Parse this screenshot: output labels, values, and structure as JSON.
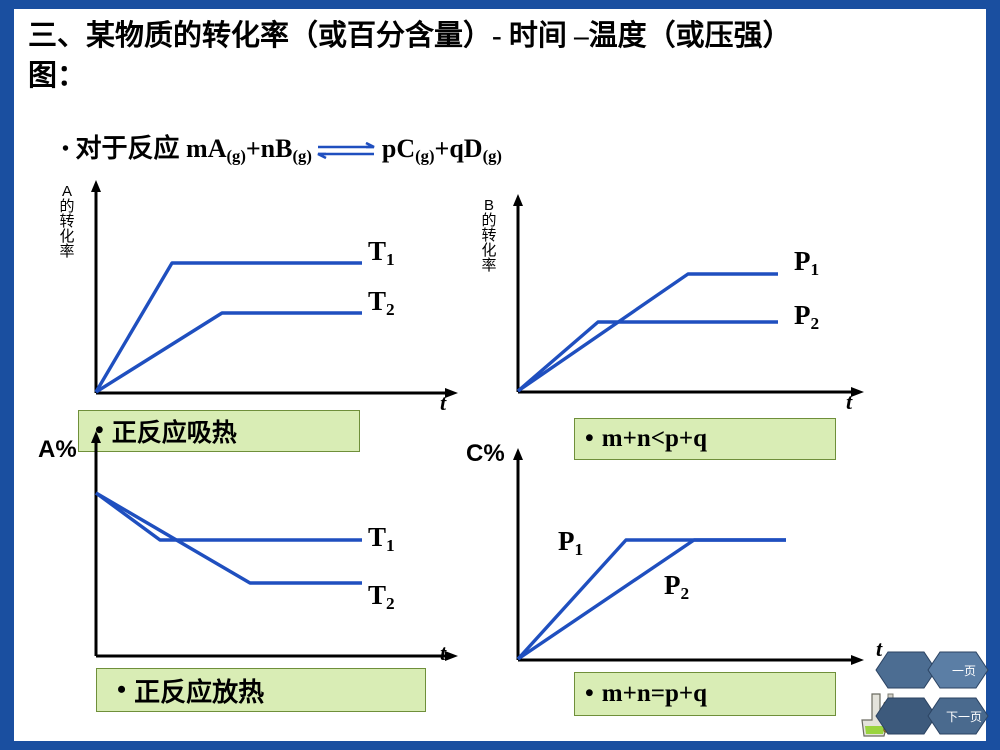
{
  "slide": {
    "title_line1": "三、某物质的转化率（或百分含量）- 时间 –温度（或压强）",
    "title_line2": "图：",
    "bullet": {
      "dot": "•",
      "prefix": "对于反应 ",
      "left_1": "mA",
      "left_1_sub": "(g)",
      "plus": "+nB",
      "left_2_sub": "(g)",
      "right_1": "pC",
      "right_1_sub": "(g)",
      "right_2": "+qD",
      "right_2_sub": "(g)"
    }
  },
  "charts": [
    {
      "id": "chart-top-left",
      "y_axis_label": "A 的 转 化 率",
      "y_axis_chars": [
        "A",
        "的",
        "转",
        "化",
        "率"
      ],
      "x_axis_label": "t",
      "curves": [
        {
          "label": "T",
          "sub": "1"
        },
        {
          "label": "T",
          "sub": "2"
        }
      ],
      "caption": {
        "dot": "•",
        "text": "正反应吸热"
      }
    },
    {
      "id": "chart-top-right",
      "y_axis_label": "B 的 转 化 率",
      "y_axis_chars": [
        "B",
        "的",
        "转",
        "化",
        "率"
      ],
      "x_axis_label": "t",
      "curves": [
        {
          "label": "P",
          "sub": "1"
        },
        {
          "label": "P",
          "sub": "2"
        }
      ],
      "caption": {
        "dot": "•",
        "text": "m+n<p+q"
      }
    },
    {
      "id": "chart-bottom-left",
      "y_axis_label": "A%",
      "x_axis_label": "t",
      "curves": [
        {
          "label": "T",
          "sub": "1"
        },
        {
          "label": "T",
          "sub": "2"
        }
      ],
      "caption": {
        "dot": "•",
        "text": "正反应放热"
      }
    },
    {
      "id": "chart-bottom-right",
      "y_axis_label": "C%",
      "x_axis_label": "t",
      "curves": [
        {
          "label": "P",
          "sub": "1"
        },
        {
          "label": "P",
          "sub": "2"
        }
      ],
      "caption": {
        "dot": "•",
        "text": "m+n=p+q"
      }
    }
  ],
  "nav": {
    "prev_label": "一页",
    "next_label": "下一页"
  },
  "colors": {
    "curve_blue": "#1f4fbf",
    "frame_blue": "#1a4fa0",
    "caption_fill": "#d9edb5",
    "caption_border": "#6f8f3a"
  }
}
